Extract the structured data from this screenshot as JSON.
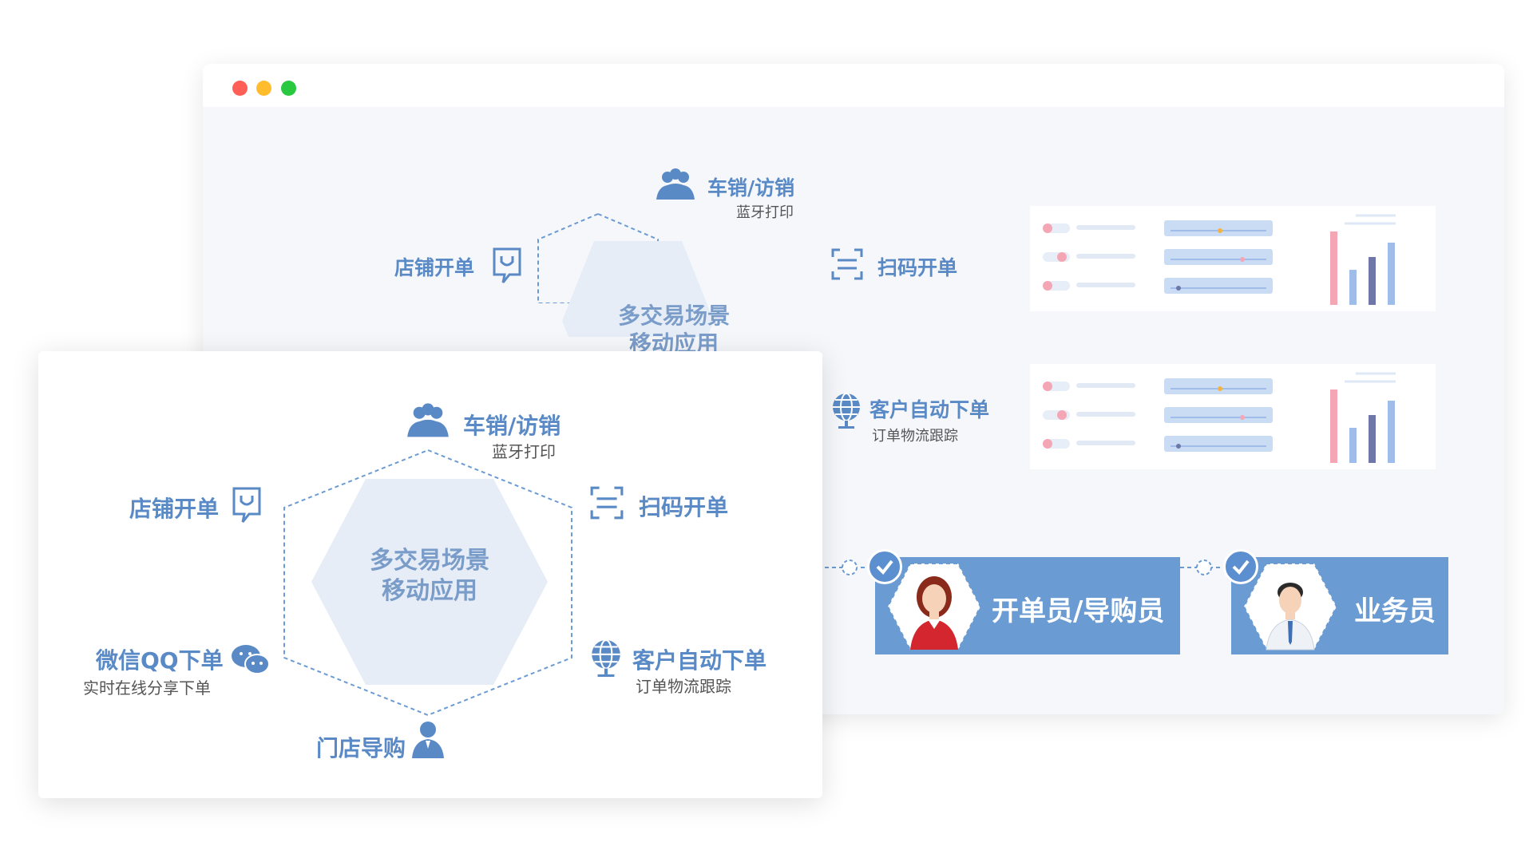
{
  "window": {
    "controls": [
      "close",
      "minimize",
      "maximize"
    ]
  },
  "hub": {
    "center_line1": "多交易场景",
    "center_line2": "移动应用",
    "car_sales": {
      "label": "车销/访销",
      "sub": "蓝牙打印"
    },
    "store_order": {
      "label": "店铺开单"
    },
    "scan_order": {
      "label": "扫码开单"
    },
    "customer_order": {
      "label": "客户自动下单",
      "sub": "订单物流跟踪"
    },
    "wechat_order": {
      "label": "微信QQ下单",
      "sub": "实时在线分享下单"
    },
    "store_guide": {
      "label": "门店导购"
    }
  },
  "roles": [
    {
      "label": "开单员/导购员"
    },
    {
      "label": "业务员"
    }
  ],
  "colors": {
    "accent": "#5a8ac6",
    "role_box": "#6b9bd3",
    "hex_fill": "#e6edf7",
    "bar_pink": "#f4a6b4",
    "bar_blue": "#9fbde8",
    "bar_dark": "#6f76a8"
  },
  "icons": [
    "people-icon",
    "bag-icon",
    "scan-icon",
    "globe-icon",
    "chat-icon",
    "user-icon",
    "check-icon",
    "female-avatar-icon",
    "male-avatar-icon"
  ]
}
